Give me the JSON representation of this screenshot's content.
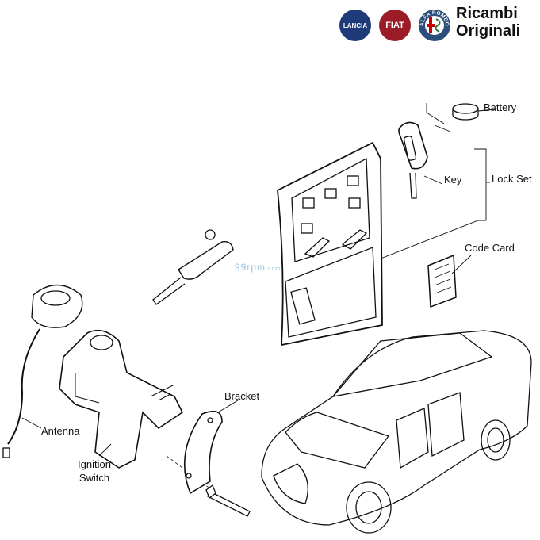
{
  "header": {
    "brand_logos": [
      "Lancia",
      "Fiat",
      "Alfa Romeo"
    ],
    "brand_line1": "Ricambi",
    "brand_line2": "Originali"
  },
  "watermark": {
    "main": "99rpm",
    "suffix": ".com"
  },
  "labels": {
    "battery": "Battery",
    "key": "Key",
    "lock_set": "Lock Set",
    "code_card": "Code Card",
    "bracket": "Bracket",
    "antenna": "Antenna",
    "ignition_switch_line1": "Ignition",
    "ignition_switch_line2": "Switch"
  },
  "colors": {
    "lancia": "#1f3a78",
    "fiat": "#9b1c26",
    "alfa": "#2d4d7a",
    "watermark": "#9fc3dc"
  }
}
